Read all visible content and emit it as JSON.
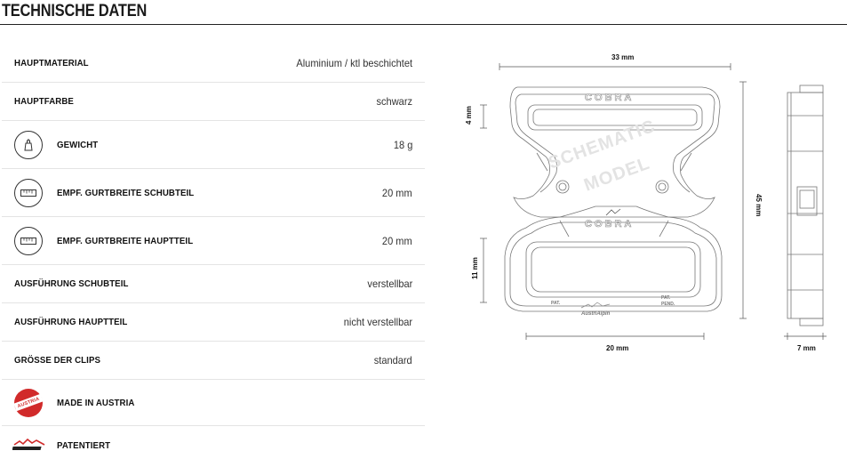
{
  "header": {
    "title": "TECHNISCHE DATEN"
  },
  "specs": [
    {
      "label": "HAUPTMATERIAL",
      "value": "Aluminium / ktl beschichtet",
      "icon": ""
    },
    {
      "label": "HAUPTFARBE",
      "value": "schwarz",
      "icon": ""
    },
    {
      "label": "GEWICHT",
      "value": "18 g",
      "icon": "weight-icon"
    },
    {
      "label": "EMPF. GURTBREITE SCHUBTEIL",
      "value": "20 mm",
      "icon": "ruler-icon"
    },
    {
      "label": "EMPF. GURTBREITE HAUPTTEIL",
      "value": "20 mm",
      "icon": "ruler-icon"
    },
    {
      "label": "AUSFÜHRUNG SCHUBTEIL",
      "value": "verstellbar",
      "icon": ""
    },
    {
      "label": "AUSFÜHRUNG HAUPTTEIL",
      "value": "nicht verstellbar",
      "icon": ""
    },
    {
      "label": "GRÖSSE DER CLIPS",
      "value": "standard",
      "icon": ""
    },
    {
      "label": "MADE IN AUSTRIA",
      "value": "",
      "icon": "made-in-austria-icon",
      "badge_text": "AUSTRIA"
    },
    {
      "label": "PATENTIERT",
      "value": "",
      "icon": "austrialpin-logo-icon"
    }
  ],
  "drawing": {
    "dim_width_top": "33 mm",
    "dim_height_total": "45 mm",
    "dim_slot_top": "4 mm",
    "dim_slot_bottom": "11 mm",
    "dim_width_bottom": "20 mm",
    "dim_thickness": "7 mm",
    "watermark_line1": "SCHEMATIC",
    "watermark_line2": "MODEL",
    "logo_text": "COBRA",
    "pat_label": "PAT.",
    "pat_pend_label_1": "PAT.",
    "pat_pend_label_2": "PEND.",
    "brand_text": "AustriAlpin"
  },
  "colors": {
    "accent_red": "#d12a2a",
    "text_dark": "#111111",
    "row_border": "#e4e4e4"
  }
}
